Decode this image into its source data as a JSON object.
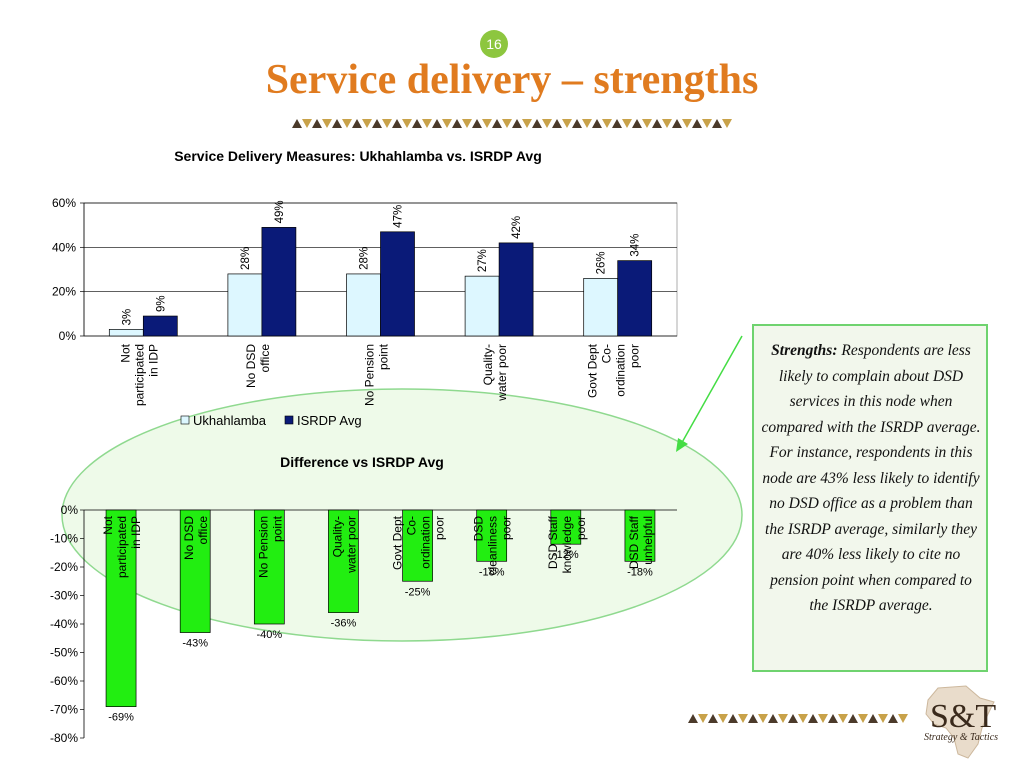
{
  "slide": {
    "number": "16",
    "title": "Service delivery – strengths"
  },
  "colors": {
    "title": "#e07b1f",
    "accent_green": "#8dc63f",
    "divider_dark": "#4b3a2a",
    "divider_gold": "#c8a24a",
    "callout_border": "#6fd36f"
  },
  "callout": {
    "lead": "Strengths:",
    "text": "Respondents are less likely to complain about DSD services in this node when compared with the ISRDP average. For instance, respondents in this node are 43% less likely to identify no DSD office as a problem than the ISRDP average, similarly they are 40% less likely to cite no pension point when compared to the ISRDP average."
  },
  "logo": {
    "letters": "S&T",
    "tagline": "Strategy & Tactics"
  },
  "chart_data": [
    {
      "type": "bar",
      "title": "Service Delivery Measures: Ukhahlamba vs. ISRDP Avg",
      "categories": [
        "Not participated in IDP",
        "No DSD office",
        "No Pension point",
        "Quality- water poor",
        "Govt Dept Co- ordination poor"
      ],
      "series": [
        {
          "name": "Ukhahlamba",
          "values": [
            3,
            28,
            28,
            27,
            26
          ],
          "color": "#ddf7ff"
        },
        {
          "name": "ISRDP Avg",
          "values": [
            9,
            49,
            47,
            42,
            34
          ],
          "color": "#0a1a78"
        }
      ],
      "ylim": [
        0,
        60
      ],
      "yticks": [
        0,
        20,
        40,
        60
      ],
      "value_suffix": "%",
      "grid": true,
      "legend": "bottom"
    },
    {
      "type": "bar",
      "title": "Difference vs ISRDP Avg",
      "categories": [
        "Not participated in IDP",
        "No DSD office",
        "No Pension point",
        "Quality- water poor",
        "Govt Dept Co- ordination poor",
        "DSD cleanliness poor",
        "DSD Staff knowledge poor",
        "DSD Staff unhelpful"
      ],
      "values": [
        -69,
        -43,
        -40,
        -36,
        -25,
        -18,
        -12,
        -18
      ],
      "color": "#22ee11",
      "ylim": [
        -80,
        0
      ],
      "yticks": [
        0,
        -10,
        -20,
        -30,
        -40,
        -50,
        -60,
        -70,
        -80
      ],
      "value_suffix": "%",
      "grid": false
    }
  ]
}
